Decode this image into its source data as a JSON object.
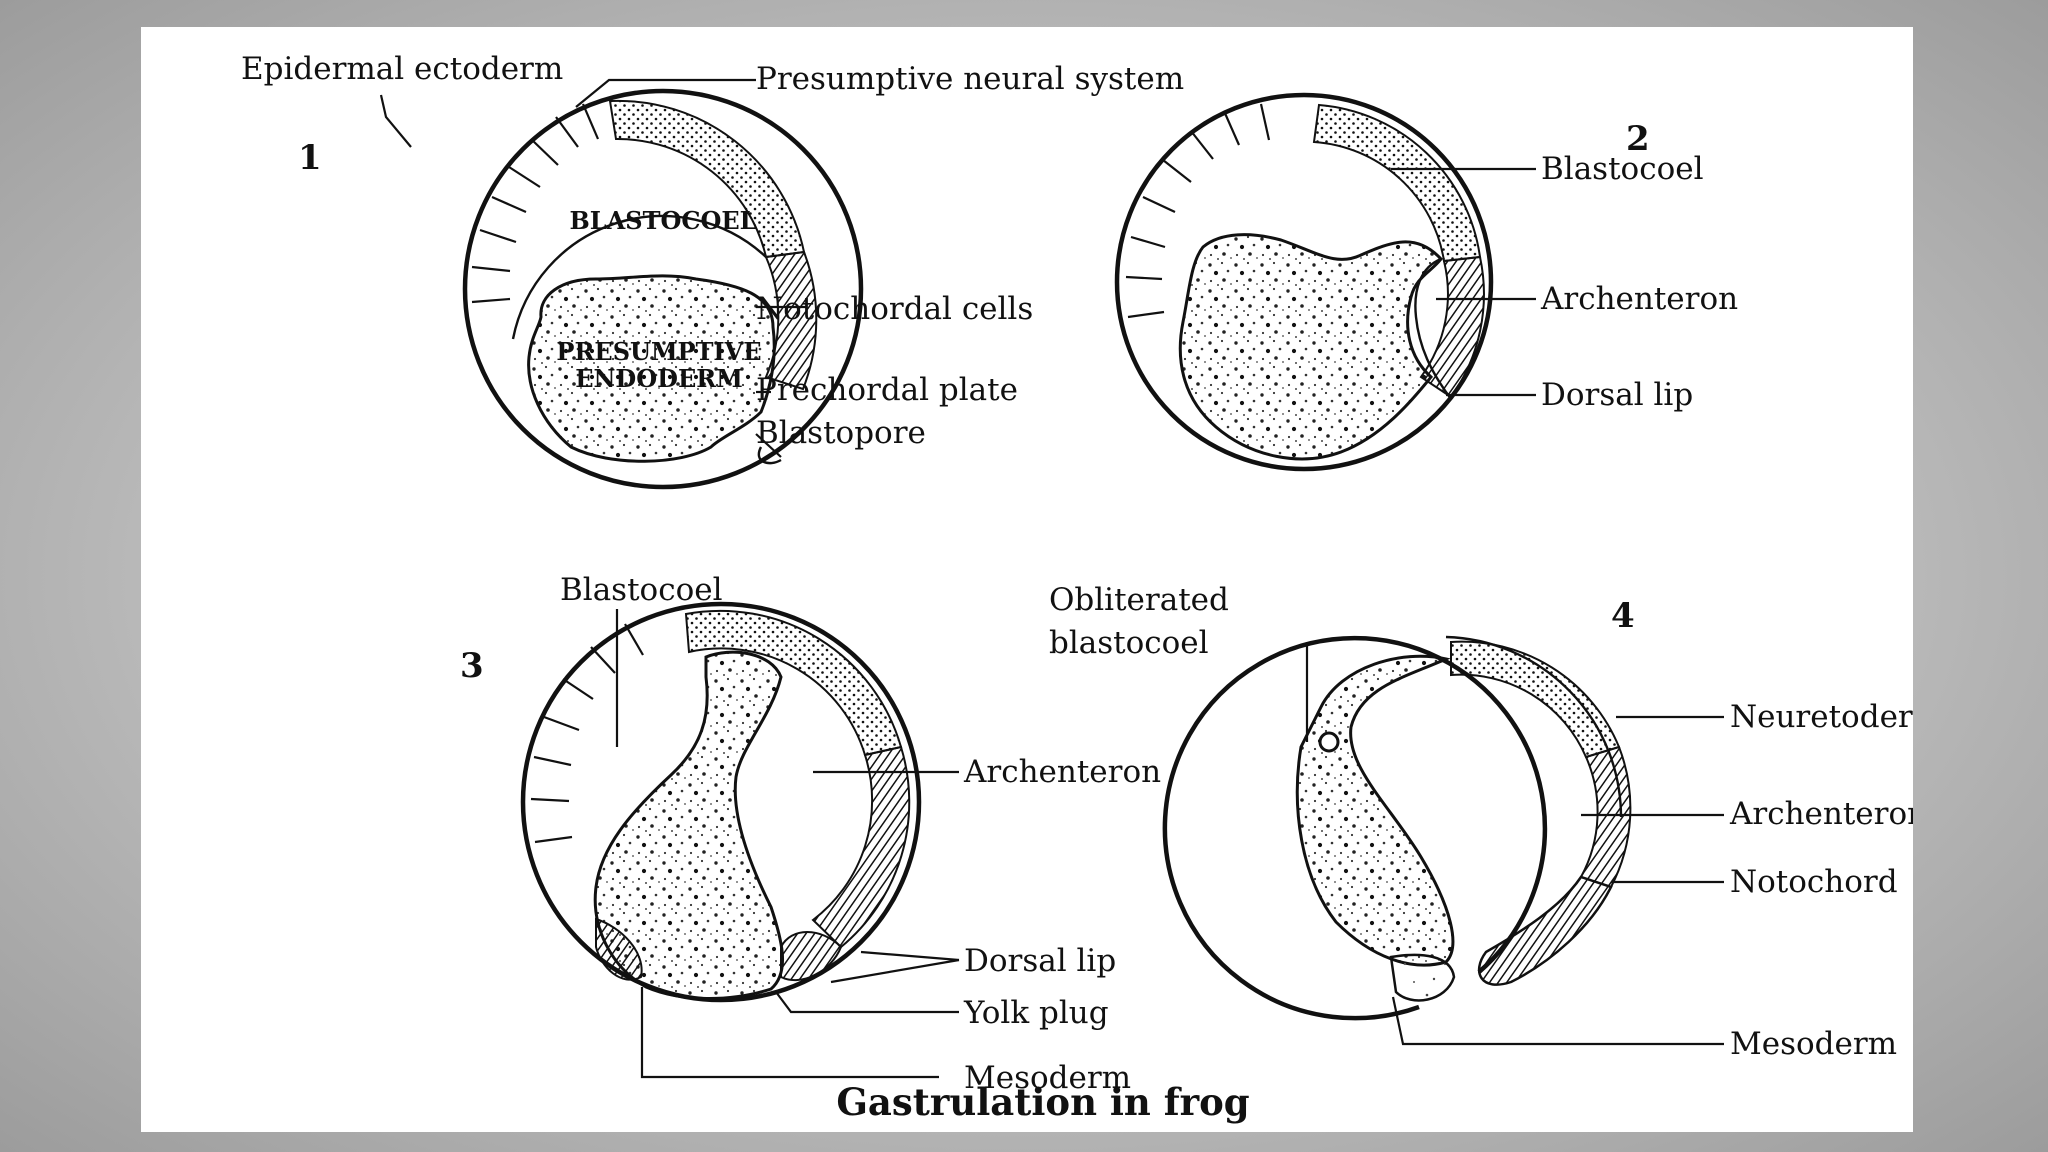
{
  "figure": {
    "caption": "Gastrulation in frog",
    "panels": [
      {
        "number": "1",
        "inner_labels": [
          "BLASTOCOEL",
          "PRESUMPTIVE",
          "ENDODERM"
        ],
        "labels": [
          "Epidermal ectoderm",
          "Presumptive neural system",
          "Notochordal cells",
          "Prechordal plate",
          "Blastopore"
        ]
      },
      {
        "number": "2",
        "labels": [
          "Blastocoel",
          "Archenteron",
          "Dorsal lip"
        ]
      },
      {
        "number": "3",
        "labels": [
          "Blastocoel",
          "Archenteron",
          "Dorsal lip",
          "Yolk plug",
          "Mesoderm"
        ]
      },
      {
        "number": "4",
        "labels": [
          "Obliterated",
          "blastocoel",
          "Neuretoderm",
          "Archenteron",
          "Notochord",
          "Mesoderm"
        ]
      }
    ]
  },
  "colors": {
    "ink": "#111111",
    "paper": "#ffffff",
    "backdrop": "#b9b9b9"
  }
}
